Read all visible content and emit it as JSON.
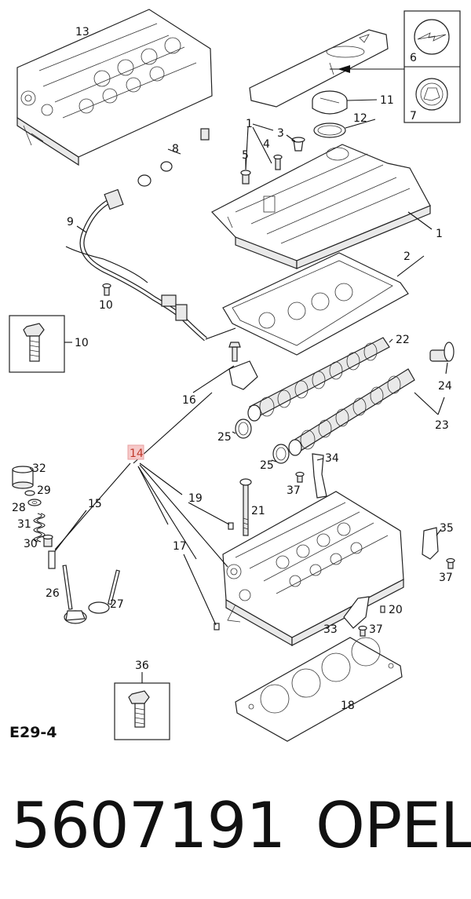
{
  "diagram": {
    "code": "E29-4",
    "callouts": [
      {
        "id": "13",
        "label": "13"
      },
      {
        "id": "6",
        "label": "6"
      },
      {
        "id": "7",
        "label": "7"
      },
      {
        "id": "11",
        "label": "11"
      },
      {
        "id": "12",
        "label": "12"
      },
      {
        "id": "1a",
        "label": "1"
      },
      {
        "id": "3",
        "label": "3"
      },
      {
        "id": "4",
        "label": "4"
      },
      {
        "id": "5",
        "label": "5"
      },
      {
        "id": "8",
        "label": "8"
      },
      {
        "id": "9",
        "label": "9"
      },
      {
        "id": "1b",
        "label": "1"
      },
      {
        "id": "2",
        "label": "2"
      },
      {
        "id": "10a",
        "label": "10"
      },
      {
        "id": "10b",
        "label": "10"
      },
      {
        "id": "22",
        "label": "22"
      },
      {
        "id": "24",
        "label": "24"
      },
      {
        "id": "16",
        "label": "16"
      },
      {
        "id": "23",
        "label": "23"
      },
      {
        "id": "25a",
        "label": "25"
      },
      {
        "id": "14",
        "label": "14",
        "highlighted": true
      },
      {
        "id": "25b",
        "label": "25"
      },
      {
        "id": "34",
        "label": "34"
      },
      {
        "id": "32",
        "label": "32"
      },
      {
        "id": "29",
        "label": "29"
      },
      {
        "id": "28",
        "label": "28"
      },
      {
        "id": "15",
        "label": "15"
      },
      {
        "id": "37a",
        "label": "37"
      },
      {
        "id": "19",
        "label": "19"
      },
      {
        "id": "21",
        "label": "21"
      },
      {
        "id": "31",
        "label": "31"
      },
      {
        "id": "35",
        "label": "35"
      },
      {
        "id": "30",
        "label": "30"
      },
      {
        "id": "17",
        "label": "17"
      },
      {
        "id": "37b",
        "label": "37"
      },
      {
        "id": "26",
        "label": "26"
      },
      {
        "id": "27",
        "label": "27"
      },
      {
        "id": "20",
        "label": "20"
      },
      {
        "id": "33",
        "label": "33"
      },
      {
        "id": "37c",
        "label": "37"
      },
      {
        "id": "36",
        "label": "36"
      },
      {
        "id": "18",
        "label": "18"
      }
    ],
    "highlight_color": "#e8a0a0"
  },
  "part_number": "5607191",
  "brand": "OPEL"
}
